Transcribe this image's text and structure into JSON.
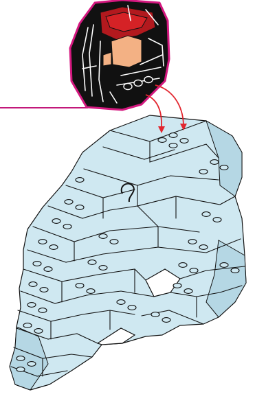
{
  "figure": {
    "kind": "brick-build-instruction-step",
    "colors": {
      "callout_border": "#d4187f",
      "callout_line": "#c2187a",
      "arrow": "#e2262f",
      "brick_light_blue": "#cfe8f1",
      "brick_light_blue_shade": "#b5d7e4",
      "head_black": "#111111",
      "head_dark_red": "#b2191e",
      "head_red": "#d52226",
      "face_tan": "#f3b184",
      "line": "#111111",
      "background": "#ffffff"
    },
    "icons": [
      "callout-frame",
      "attach-arrow",
      "assembled-head-sub-build",
      "light-blue-body-build"
    ],
    "arrow_count": 2
  }
}
